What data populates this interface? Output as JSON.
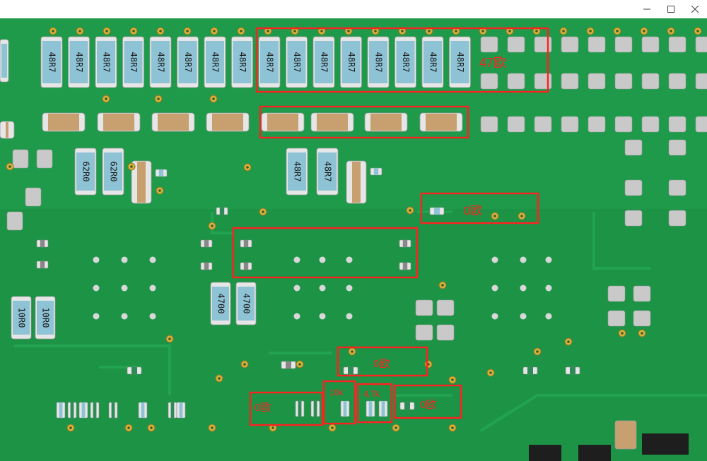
{
  "window": {
    "controls": [
      {
        "name": "minimize-button",
        "icon": "minimize-icon"
      },
      {
        "name": "maximize-button",
        "icon": "maximize-icon"
      },
      {
        "name": "close-button",
        "icon": "close-icon"
      }
    ]
  },
  "photo": {
    "subject": "green printed circuit board with SMD resistors and capacitors",
    "colors": {
      "board": "#1f9a4a",
      "board_dark": "#17803c",
      "trace": "#24a853",
      "pad": "#c9c9c9",
      "via": "#d9b23a",
      "resistor_body": "#8ec3d6",
      "capacitor_body": "#c8a070",
      "annotation": "#ff2020"
    },
    "resistor_markings": {
      "top_row": "48R7",
      "middle_left": "62R0",
      "middle_center": "48R7",
      "lower_pair": "4700",
      "bottom_left": "10R0"
    },
    "annotations": [
      {
        "id": "top-row",
        "label": "47欧"
      },
      {
        "id": "caps-row",
        "label": ""
      },
      {
        "id": "right-mid",
        "label": "0欧"
      },
      {
        "id": "center-area",
        "label": ""
      },
      {
        "id": "bottom-center",
        "label": "0欧"
      },
      {
        "id": "bottom-left",
        "label": "0欧"
      },
      {
        "id": "bottom-10k",
        "label": "10k"
      },
      {
        "id": "bottom-47k",
        "label": "4.7k"
      },
      {
        "id": "bottom-right",
        "label": "0欧"
      }
    ]
  }
}
